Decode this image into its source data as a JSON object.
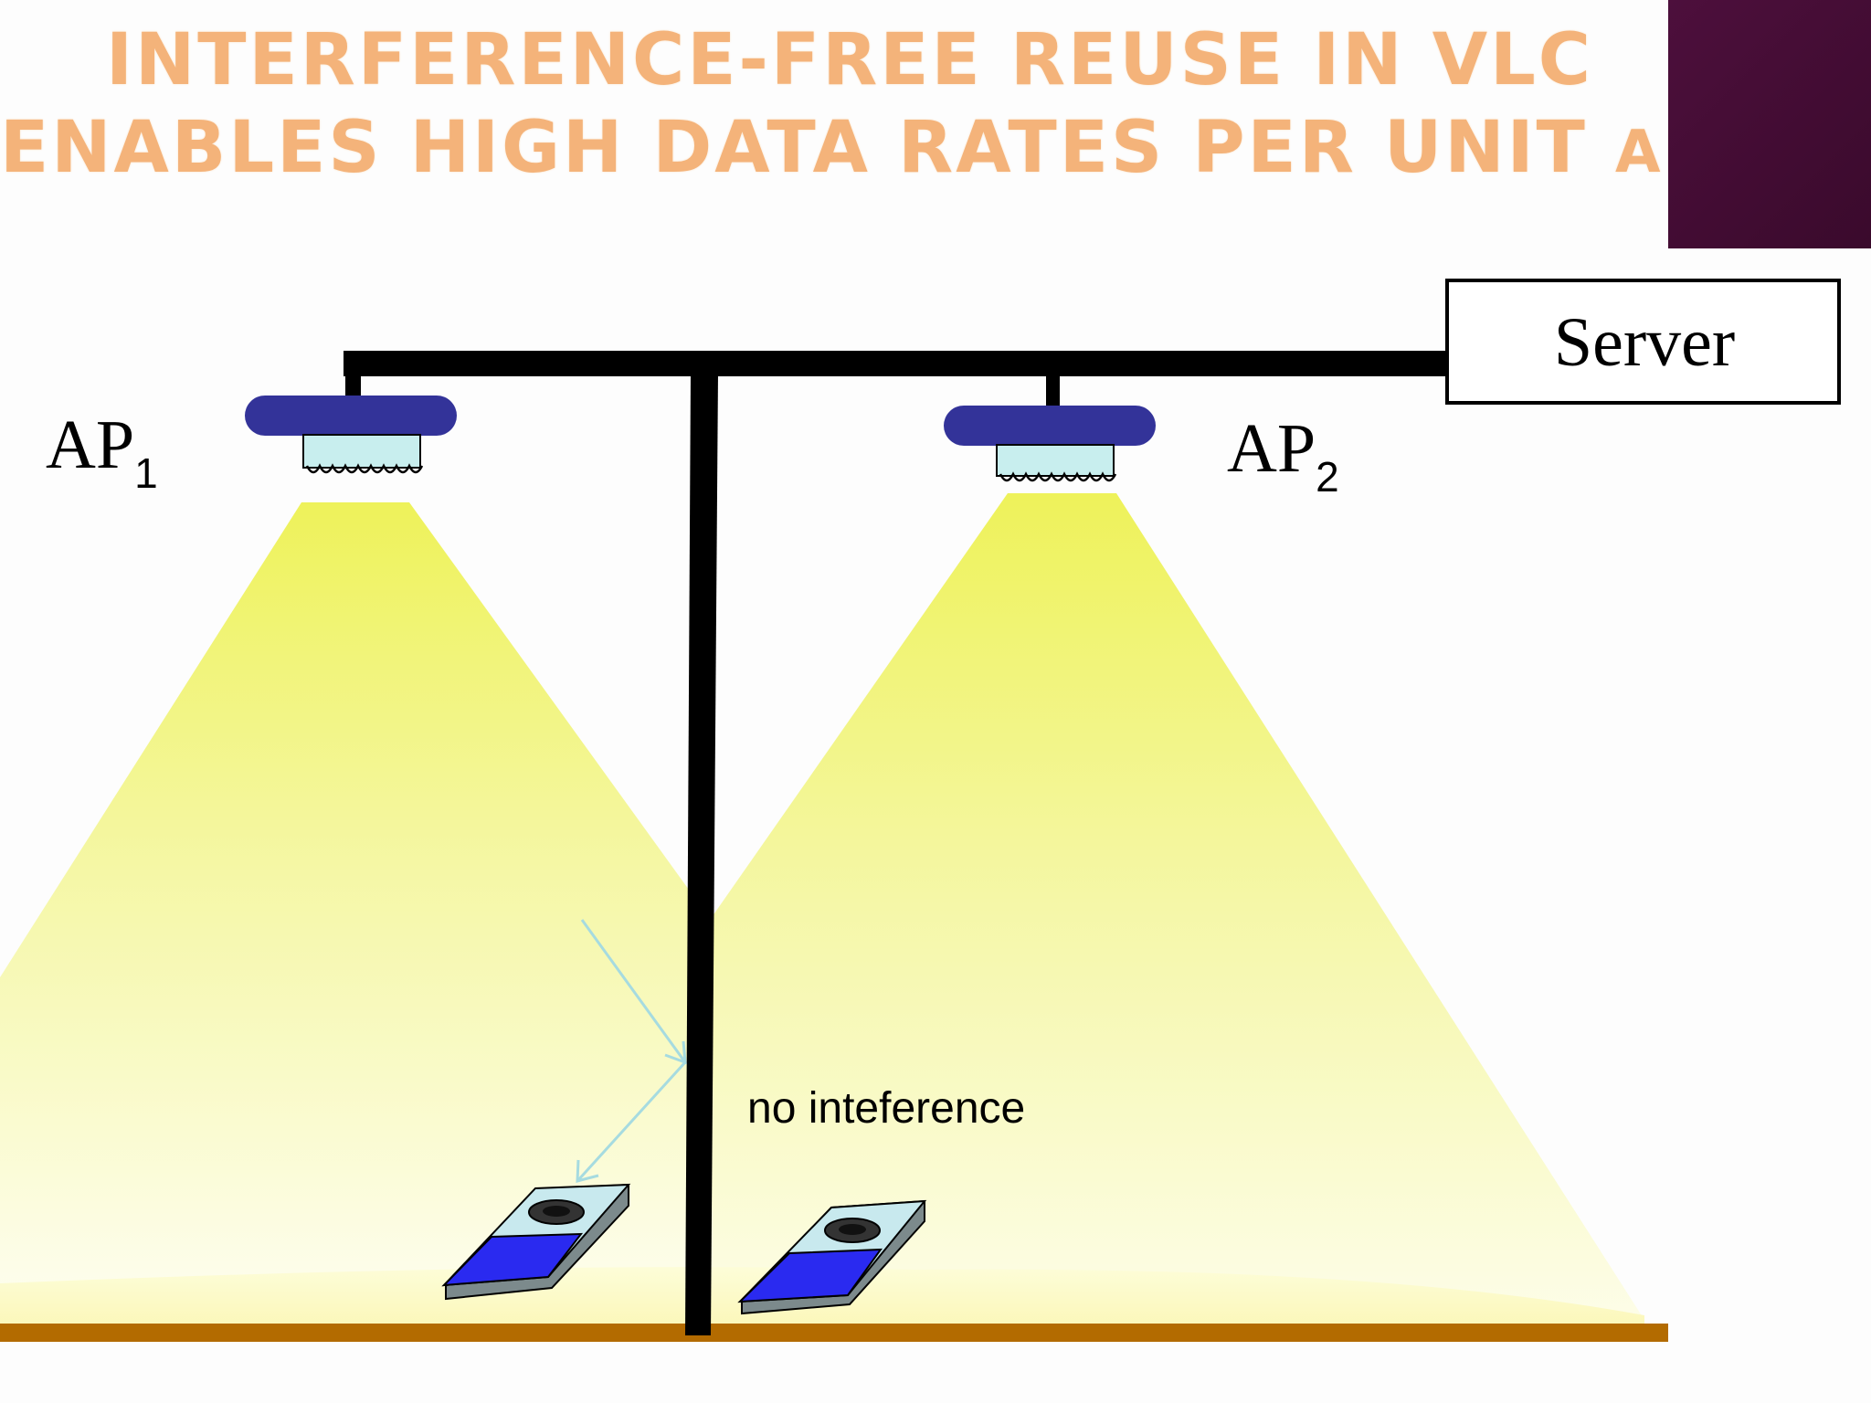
{
  "title": {
    "line1": "INTERFERENCE-FREE REUSE IN VLC",
    "line2_main": "ENABLES HIGH DATA RATES PER UNIT ",
    "line2_small": "AREA"
  },
  "server": {
    "label": "Server"
  },
  "access_points": [
    {
      "label": "AP",
      "subscript": "1"
    },
    {
      "label": "AP",
      "subscript": "2"
    }
  ],
  "annotation": "no inteference",
  "colors": {
    "title": "#f4b37a",
    "light_cone": "#f2f78a",
    "lamp_body": "#333399",
    "floor": "#b36b00",
    "reflection_arrow": "#a6dbe0",
    "corner_block": "#4d0f3c"
  }
}
